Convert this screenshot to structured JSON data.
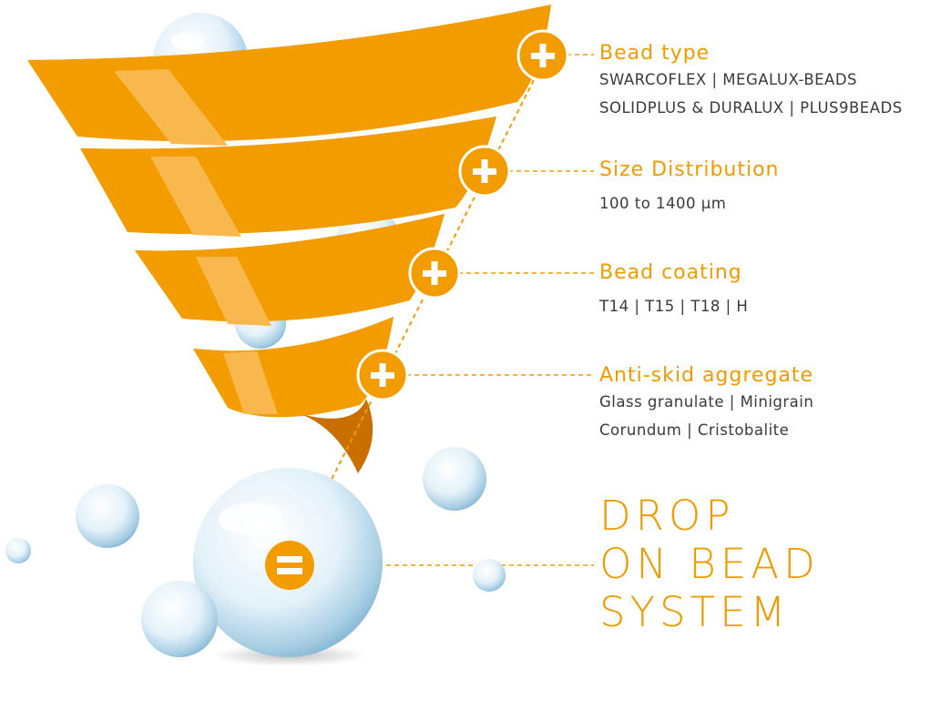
{
  "colors": {
    "accent": "#f39c00",
    "ribbon_light": "#f8b84e",
    "ribbon_dark": "#c96f00",
    "text": "#3a3a3a",
    "bead": "#cfe6f3"
  },
  "steps": [
    {
      "icon": "plus-icon",
      "title": "Bead type",
      "details": [
        "SWARCOFLEX | MEGALUX-BEADS",
        "SOLIDPLUS & DURALUX | PLUS9BEADS"
      ]
    },
    {
      "icon": "plus-icon",
      "title": "Size Distribution",
      "details": [
        "100 to 1400 µm"
      ]
    },
    {
      "icon": "plus-icon",
      "title": "Bead coating",
      "details": [
        "T14 | T15 | T18 | H"
      ]
    },
    {
      "icon": "plus-icon",
      "title": "Anti-skid aggregate",
      "details": [
        "Glass granulate | Minigrain",
        "Corundum | Cristobalite"
      ]
    }
  ],
  "result": {
    "icon": "equals-icon",
    "lines": [
      "DROP",
      "ON BEAD",
      "SYSTEM"
    ]
  }
}
